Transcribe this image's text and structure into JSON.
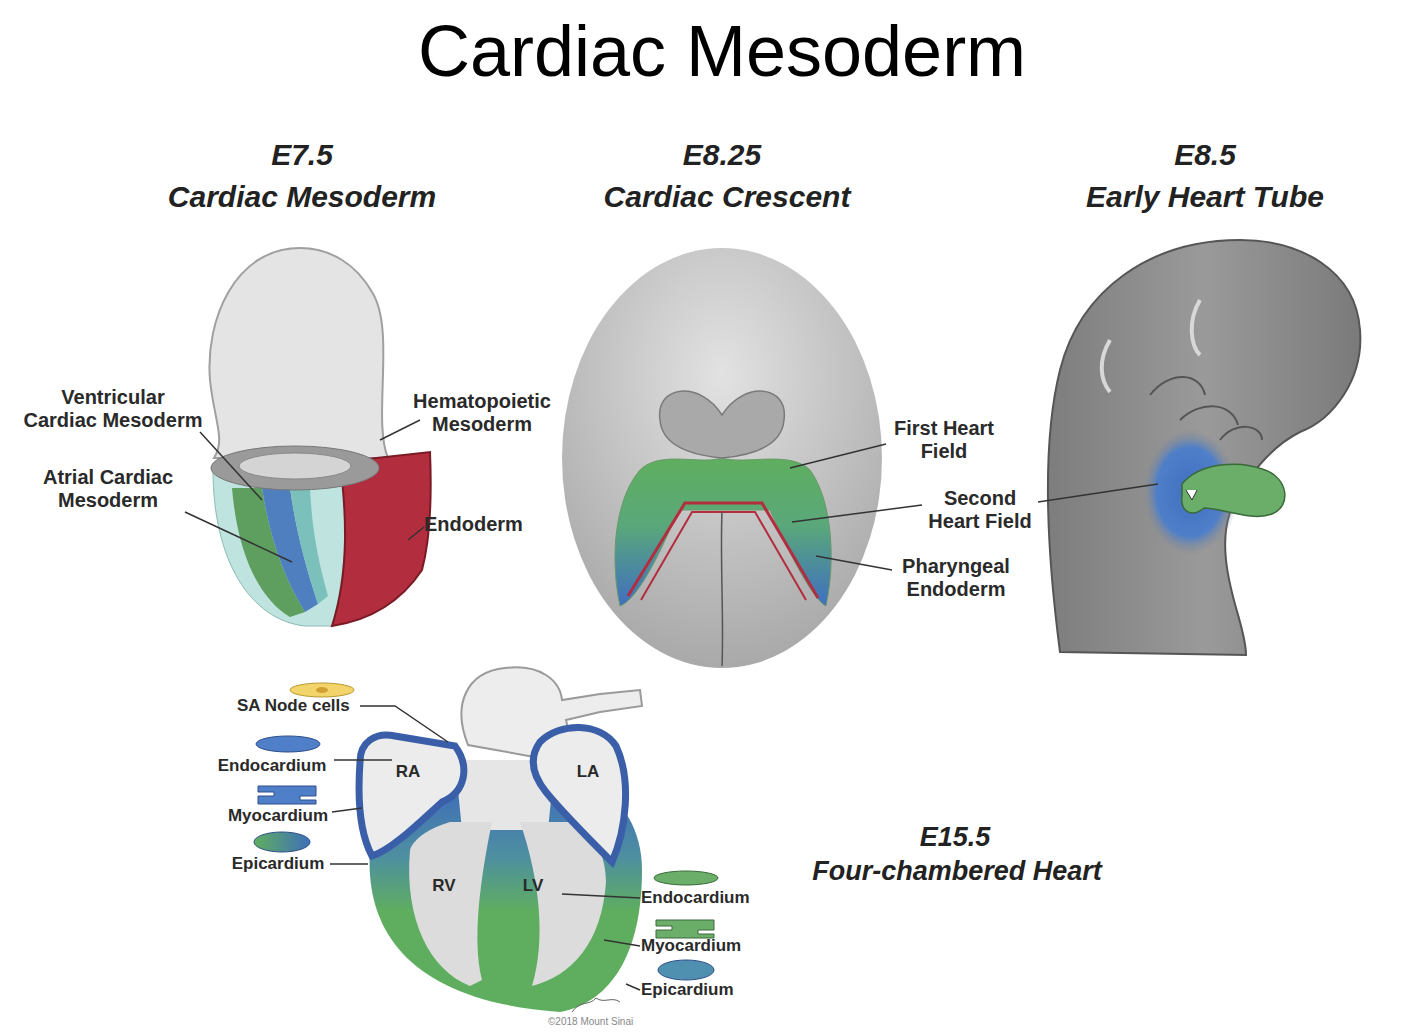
{
  "diagram": {
    "title": "Cardiac Mesoderm",
    "labels": [
      "E7.5",
      "Cardiac Mesoderm",
      "E8.25",
      "Cardiac Crescent",
      "E8.5",
      "Early Heart Tube",
      "Ventricular Cardiac Mesoderm",
      "Atrial Cardiac Mesoderm",
      "Hematopoietic Mesoderm",
      "Endoderm",
      "First Heart Field",
      "Second Heart Field",
      "Pharyngeal Endoderm",
      "RA",
      "LA",
      "RV",
      "LV",
      "SA Node cells",
      "Endocardium",
      "Myocardium",
      "Epicardium",
      "Endocardium",
      "Myocardium",
      "Epicardium",
      "E15.5",
      "Four-chambered Heart",
      "©2018 Mount Sinai"
    ]
  }
}
